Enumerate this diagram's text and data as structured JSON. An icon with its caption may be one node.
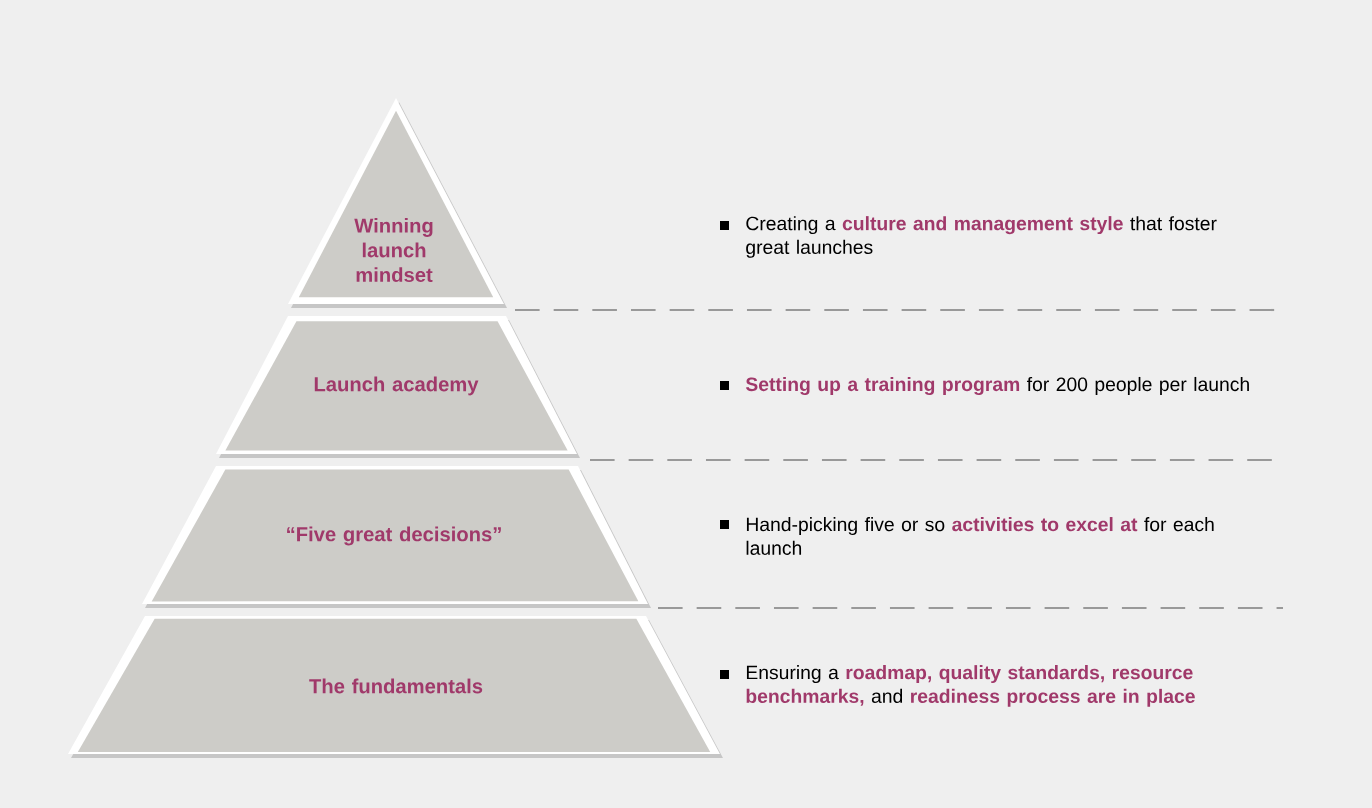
{
  "diagram": {
    "nodes": [
      {
        "text": [
          "Winning launch mindset"
        ]
      },
      {
        "text": [
          "Launch academy"
        ]
      },
      {
        "text": [
          "“Five **great decisions**”"
        ]
      },
      {
        "text": [
          "The fundamentals"
        ]
      }
    ],
    "labels": [
      "Creating a **culture and management style** that foster great launches",
      "**Setting up a training program** for 200 people per launch",
      "Hand-picking five or so **activities to excel at** for each launch",
      "Ensuring a **roadmap, quality standards, resource benchmarks,** and **readiness process are in place**"
    ]
  }
}
